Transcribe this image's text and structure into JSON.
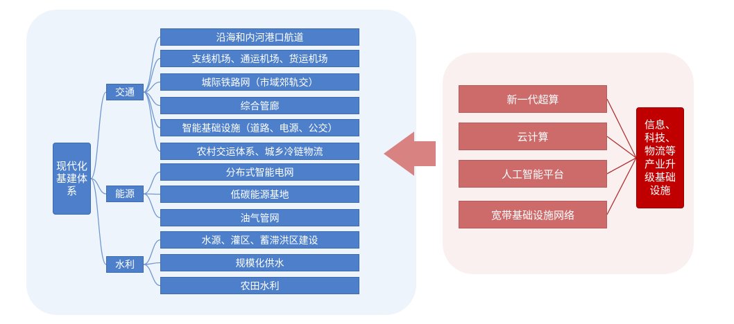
{
  "left": {
    "root": "现代化基建体系",
    "categories": [
      {
        "label": "交通",
        "items": [
          "沿海和内河港口航道",
          "支线机场、通运机场、货运机场",
          "城际铁路网（市域郊轨交）",
          "综合管廊",
          "智能基础设施（道路、电源、公交）",
          "农村交运体系、城乡冷链物流"
        ]
      },
      {
        "label": "能源",
        "items": [
          "分布式智能电网",
          "低碳能源基地",
          "油气管网"
        ]
      },
      {
        "label": "水利",
        "items": [
          "水源、灌区、蓄滞洪区建设",
          "规模化供水",
          "农田水利"
        ]
      }
    ]
  },
  "right": {
    "items": [
      "新一代超算",
      "云计算",
      "人工智能平台",
      "宽带基础设施网络"
    ],
    "target": "信息、科技、物流等产业升级基础设施"
  },
  "colors": {
    "blue": "#4d7fcb",
    "blue_line": "#6f97d0",
    "red_box": "#cd6b6b",
    "red_target": "#c00000",
    "red_line": "#b03030",
    "arrow": "#d98282"
  }
}
